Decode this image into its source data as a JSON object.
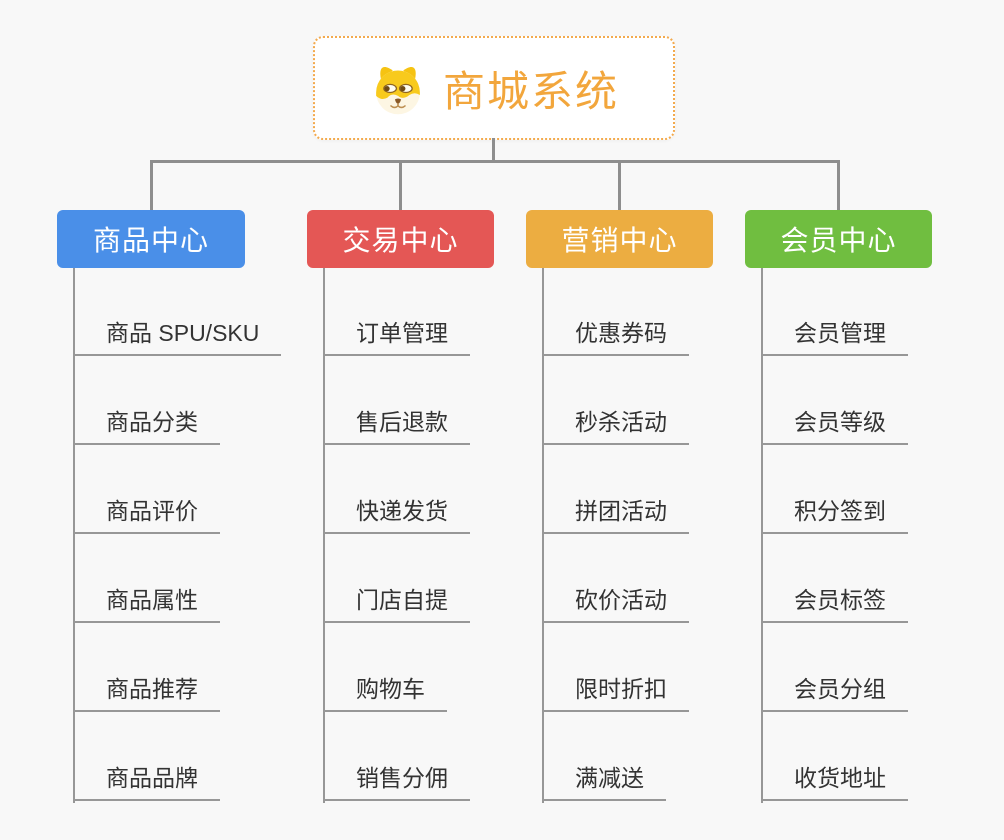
{
  "root": {
    "title": "商城系统",
    "icon": "dog-face-icon",
    "accent_color": "#f2a63c",
    "border_color": "#f3aa4e"
  },
  "connectors": {
    "color": "#8e8e8e"
  },
  "branches": [
    {
      "label": "商品中心",
      "color": "#4a8fe8",
      "children": [
        "商品 SPU/SKU",
        "商品分类",
        "商品评价",
        "商品属性",
        "商品推荐",
        "商品品牌"
      ]
    },
    {
      "label": "交易中心",
      "color": "#e4575$",
      "children": [
        "订单管理",
        "售后退款",
        "快递发货",
        "门店自提",
        "购物车",
        "销售分佣"
      ]
    },
    {
      "label": "营销中心",
      "color": "#ecad41",
      "children": [
        "优惠券码",
        "秒杀活动",
        "拼团活动",
        "砍价活动",
        "限时折扣",
        "满减送"
      ]
    },
    {
      "label": "会员中心",
      "color": "#70be40",
      "children": [
        "会员管理",
        "会员等级",
        "积分签到",
        "会员标签",
        "会员分组",
        "收货地址"
      ]
    }
  ]
}
